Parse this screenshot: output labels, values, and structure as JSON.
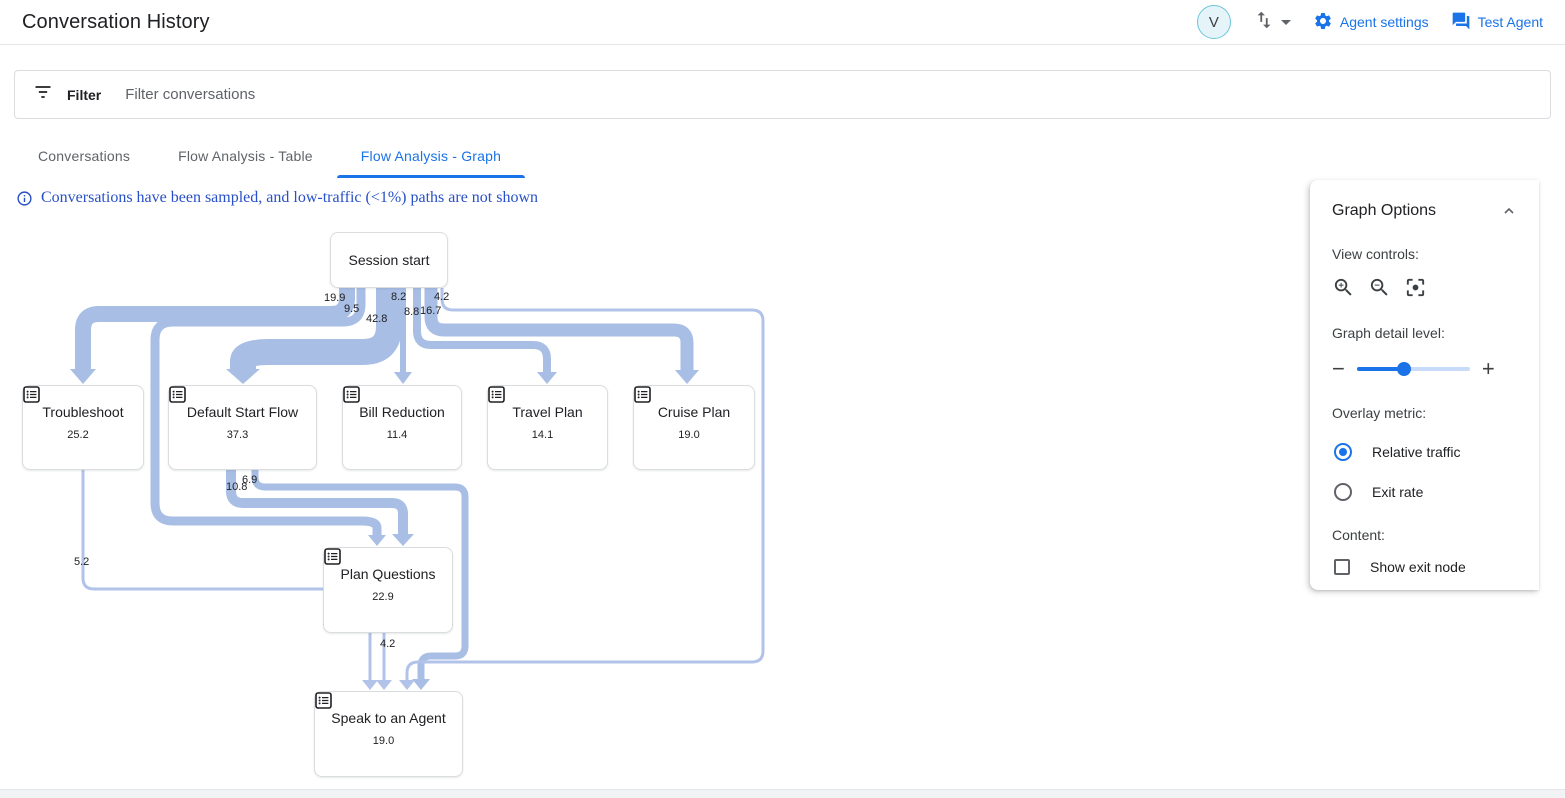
{
  "header": {
    "title": "Conversation History",
    "avatar_initial": "V",
    "agent_settings_label": "Agent settings",
    "test_agent_label": "Test Agent"
  },
  "filter_bar": {
    "label": "Filter",
    "placeholder": "Filter conversations"
  },
  "tabs": [
    {
      "label": "Conversations",
      "active": false
    },
    {
      "label": "Flow Analysis - Table",
      "active": false
    },
    {
      "label": "Flow Analysis - Graph",
      "active": true
    }
  ],
  "notice": "Conversations have been sampled, and low-traffic (<1%) paths are not shown",
  "graph_options": {
    "title": "Graph Options",
    "view_controls_label": "View controls:",
    "detail_label": "Graph detail level:",
    "detail_value_pct": 42,
    "overlay_label": "Overlay metric:",
    "overlay_options": [
      {
        "label": "Relative traffic",
        "selected": true
      },
      {
        "label": "Exit rate",
        "selected": false
      }
    ],
    "content_label": "Content:",
    "show_exit_node_label": "Show exit node",
    "show_exit_node_checked": false
  },
  "colors": {
    "accent": "#1a73e8",
    "ribbon": "#a8bee5",
    "ribbon_thin": "#b2c3e9",
    "notice_blue": "#2850c8"
  },
  "graph": {
    "nodes": [
      {
        "id": "session-start",
        "title": "Session start"
      },
      {
        "id": "troubleshoot",
        "title": "Troubleshoot",
        "value": "25.2"
      },
      {
        "id": "default-start-flow",
        "title": "Default Start Flow",
        "value": "37.3"
      },
      {
        "id": "bill-reduction",
        "title": "Bill Reduction",
        "value": "11.4"
      },
      {
        "id": "travel-plan",
        "title": "Travel Plan",
        "value": "14.1"
      },
      {
        "id": "cruise-plan",
        "title": "Cruise Plan",
        "value": "19.0"
      },
      {
        "id": "plan-questions",
        "title": "Plan Questions",
        "value": "22.9"
      },
      {
        "id": "speak-to-an-agent",
        "title": "Speak to an Agent",
        "value": "19.0"
      }
    ],
    "edges": [
      {
        "from": "session-start",
        "to": "troubleshoot",
        "value": "19.9"
      },
      {
        "from": "session-start",
        "to": "plan-questions",
        "value": "9.5"
      },
      {
        "from": "session-start",
        "to": "default-start-flow",
        "value": "42.8"
      },
      {
        "from": "session-start",
        "to": "bill-reduction",
        "value": "8.2"
      },
      {
        "from": "session-start",
        "to": "travel-plan",
        "value": "8.8"
      },
      {
        "from": "session-start",
        "to": "cruise-plan",
        "value": "16.7"
      },
      {
        "from": "session-start",
        "to": "speak-to-an-agent",
        "value": "4.2"
      },
      {
        "from": "default-start-flow",
        "to": "plan-questions",
        "value": "10.8"
      },
      {
        "from": "default-start-flow",
        "to": "speak-to-an-agent",
        "value": "6.9"
      },
      {
        "from": "troubleshoot",
        "to": "speak-to-an-agent",
        "value": "5.2"
      },
      {
        "from": "plan-questions",
        "to": "speak-to-an-agent",
        "value": "4.2"
      }
    ]
  }
}
